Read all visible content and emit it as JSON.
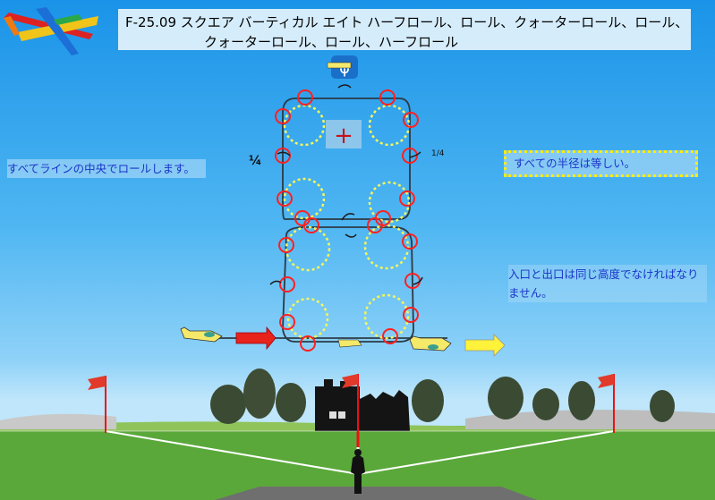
{
  "title": {
    "line1": "F-25.09 スクエア バーティカル エイト ハーフロール、ロール、クォーターロール、ロール、",
    "line2": "クォーターロール、ロール、ハーフロール"
  },
  "notes": {
    "left": "すべてラインの中央でロールします。",
    "right": "すべての半径は等しい。",
    "bottom": "入口と出口は同じ高度でなければなりません。"
  },
  "labels": {
    "quarter_left": "¼",
    "quarter_right": "1/4",
    "symbol": "φ",
    "center_cross": "+"
  },
  "colors": {
    "sky": "#3aa5ee",
    "grass": "#5aa83a",
    "circle_red": "#ff2020",
    "circle_yellow": "#f6f65a",
    "arrow_red": "#e8231a",
    "arrow_yellow": "#fff23a",
    "note_text": "#1a34c8"
  }
}
